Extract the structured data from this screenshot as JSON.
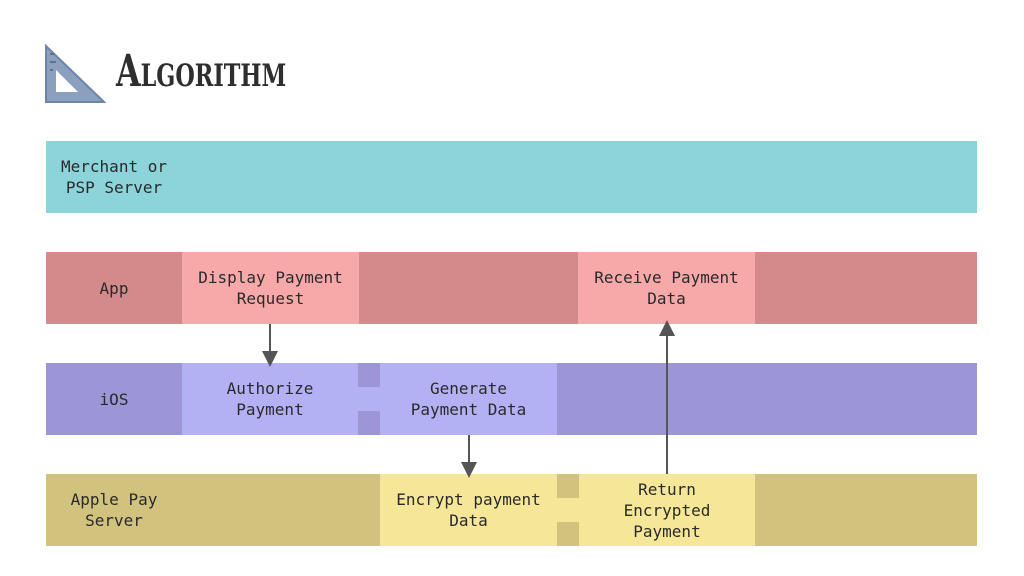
{
  "title": "Algorithm",
  "icon": "set-square-icon",
  "colors": {
    "merchant_lane": "#8dd3da",
    "app_lane": "#d4898a",
    "app_box": "#f7a8a8",
    "ios_lane": "#9d96d6",
    "ios_box": "#b4b0f4",
    "apple_lane": "#d1c27d",
    "apple_box": "#f5e698",
    "arrow": "#555555"
  },
  "lanes": {
    "merchant": {
      "label": "Merchant or\nPSP Server"
    },
    "app": {
      "label": "App"
    },
    "ios": {
      "label": "iOS"
    },
    "apple_pay": {
      "label": "Apple Pay\nServer"
    }
  },
  "steps": {
    "display_payment_request": "Display Payment\nRequest",
    "receive_payment_data": "Receive Payment\nData",
    "authorize_payment": "Authorize\nPayment",
    "generate_payment_data": "Generate\nPayment Data",
    "encrypt_payment_data": "Encrypt payment\nData",
    "return_encrypted_payment": "Return\nEncrypted\nPayment"
  }
}
